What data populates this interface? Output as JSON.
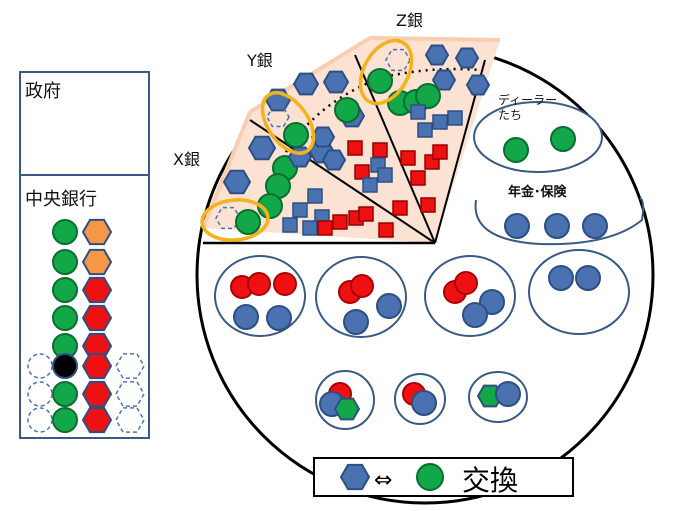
{
  "government": {
    "label": "政府"
  },
  "central_bank": {
    "label": "中央銀行"
  },
  "banks": [
    {
      "label": "X銀"
    },
    {
      "label": "Y銀"
    },
    {
      "label": "Z銀"
    }
  ],
  "groups": {
    "dealers": "ディーラー\nたち",
    "pension_insurance": "年金･保険"
  },
  "legend": {
    "arrow": "⇔",
    "text": "交換"
  },
  "colors": {
    "bond_blue": "#4a72b0",
    "cash_green": "#12a84a",
    "reserve_red": "#ee1111",
    "orange": "#f79646",
    "highlight": "#f5b21b",
    "wedge_fill": "#fbe2d2",
    "panel_border": "#395a85"
  },
  "icons": {
    "bond": "blue-hexagon",
    "cash": "green-circle",
    "reserve": "red-square"
  }
}
